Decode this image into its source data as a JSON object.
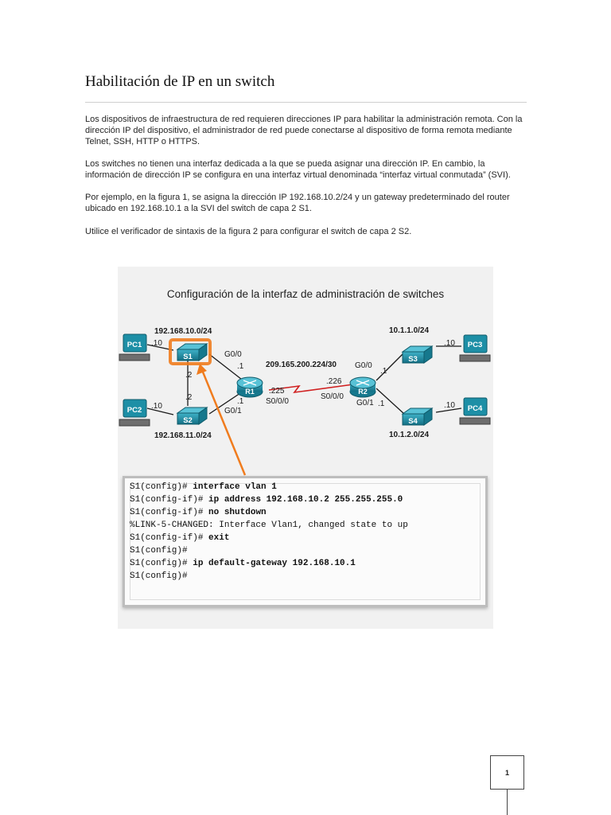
{
  "page": {
    "title": "Habilitación de IP en un switch",
    "paragraphs": [
      "Los dispositivos de infraestructura de red requieren direcciones IP para habilitar la administración remota. Con la dirección IP del dispositivo, el administrador de red puede conectarse al dispositivo de forma remota mediante Telnet, SSH, HTTP o HTTPS.",
      "Los switches no tienen una interfaz dedicada a la que se pueda asignar una dirección IP. En cambio, la información de dirección IP se configura en una interfaz virtual denominada “interfaz virtual conmutada” (SVI).",
      "Por ejemplo, en la figura 1, se asigna la dirección IP 192.168.10.2/24 y un gateway predeterminado del router ubicado en 192.168.10.1 a la SVI del switch de capa 2 S1.",
      "Utilice el verificador de sintaxis de la figura 2 para configurar el switch de capa 2 S2."
    ],
    "page_number": "1"
  },
  "figure": {
    "title": "Configuración de la interfaz de administración de switches",
    "network_labels": {
      "net_left_top": "192.168.10.0/24",
      "net_left_bottom": "192.168.11.0/24",
      "net_right_top": "10.1.1.0/24",
      "net_right_bottom": "10.1.2.0/24",
      "wan": "209.165.200.224/30",
      "pc1_host": ".10",
      "pc2_host": ".10",
      "pc3_host": ".10",
      "pc4_host": ".10",
      "s1_host": ".2",
      "s2_host": ".2",
      "r1_g00": "G0/0",
      "r1_g00_host": ".1",
      "r1_g01": "G0/1",
      "r1_g01_host": ".1",
      "r1_s000": "S0/0/0",
      "r1_wan_host": ".225",
      "r2_g00": "G0/0",
      "r2_g00_host": ".1",
      "r2_g01": "G0/1",
      "r2_g01_host": ".1",
      "r2_s000": "S0/0/0",
      "r2_wan_host": ".226"
    },
    "devices": {
      "pc1": "PC1",
      "pc2": "PC2",
      "pc3": "PC3",
      "pc4": "PC4",
      "s1": "S1",
      "s2": "S2",
      "s3": "S3",
      "s4": "S4",
      "r1": "R1",
      "r2": "R2"
    },
    "terminal": [
      {
        "prompt": "S1(config)# ",
        "cmd": "interface vlan 1"
      },
      {
        "prompt": "S1(config-if)# ",
        "cmd": "ip address 192.168.10.2 255.255.255.0"
      },
      {
        "prompt": "S1(config-if)# ",
        "cmd": "no shutdown"
      },
      {
        "prompt": "%LINK-5-CHANGED: Interface Vlan1, changed state to up",
        "cmd": ""
      },
      {
        "prompt": "S1(config-if)# ",
        "cmd": "exit"
      },
      {
        "prompt": "S1(config)#",
        "cmd": ""
      },
      {
        "prompt": "S1(config)# ",
        "cmd": "ip default-gateway 192.168.10.1"
      },
      {
        "prompt": "S1(config)#",
        "cmd": ""
      }
    ],
    "colors": {
      "highlight": "#f07c1e",
      "device": "#1d8fa6",
      "wan_link": "#d02020"
    }
  }
}
